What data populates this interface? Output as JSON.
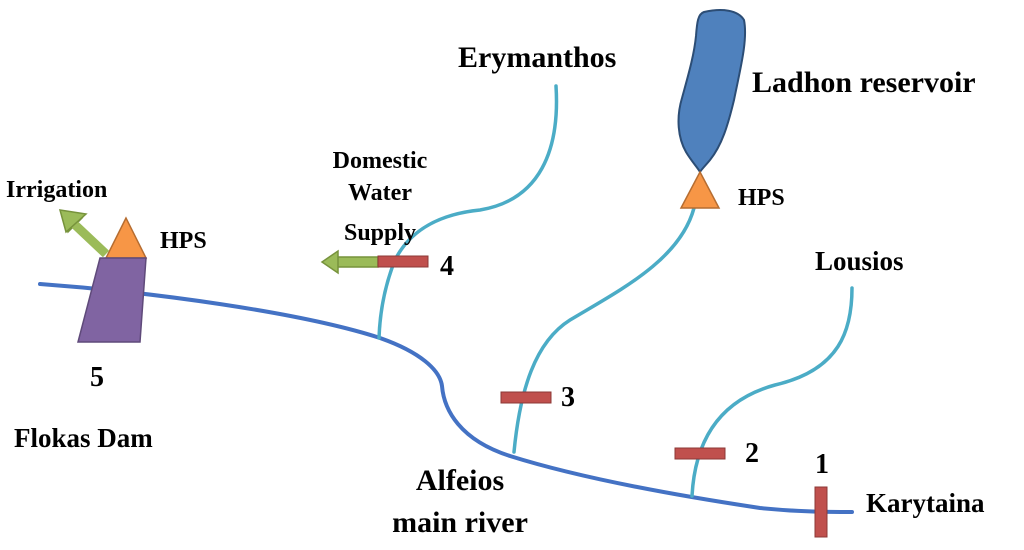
{
  "labels": {
    "erymanthos": "Erymanthos",
    "ladhon_reservoir": "Ladhon reservoir",
    "hps_ladhon": "HPS",
    "lousios": "Lousios",
    "irrigation": "Irrigation",
    "hps_flokas": "HPS",
    "domestic_line1": "Domestic",
    "domestic_line2": "Water",
    "domestic_line3": "Supply",
    "station_1": "1",
    "station_2": "2",
    "station_3": "3",
    "station_4": "4",
    "station_5": "5",
    "flokas_dam": "Flokas Dam",
    "alfeios_line1": "Alfeios",
    "alfeios_line2": "main river",
    "karytaina": "Karytaina"
  },
  "colors": {
    "main_river": "#4472c4",
    "tributary": "#4bacc6",
    "reservoir_fill": "#4f81bd",
    "reservoir_stroke": "#2c4d75",
    "hps_fill": "#f79646",
    "station_marker": "#c0504d",
    "arrow_green": "#77933c",
    "dam_purple": "#8064a2"
  },
  "icons": {
    "hps": "triangle-icon",
    "outflow": "arrow-left-icon",
    "station": "bar-marker-icon",
    "dam": "parallelogram-icon"
  }
}
